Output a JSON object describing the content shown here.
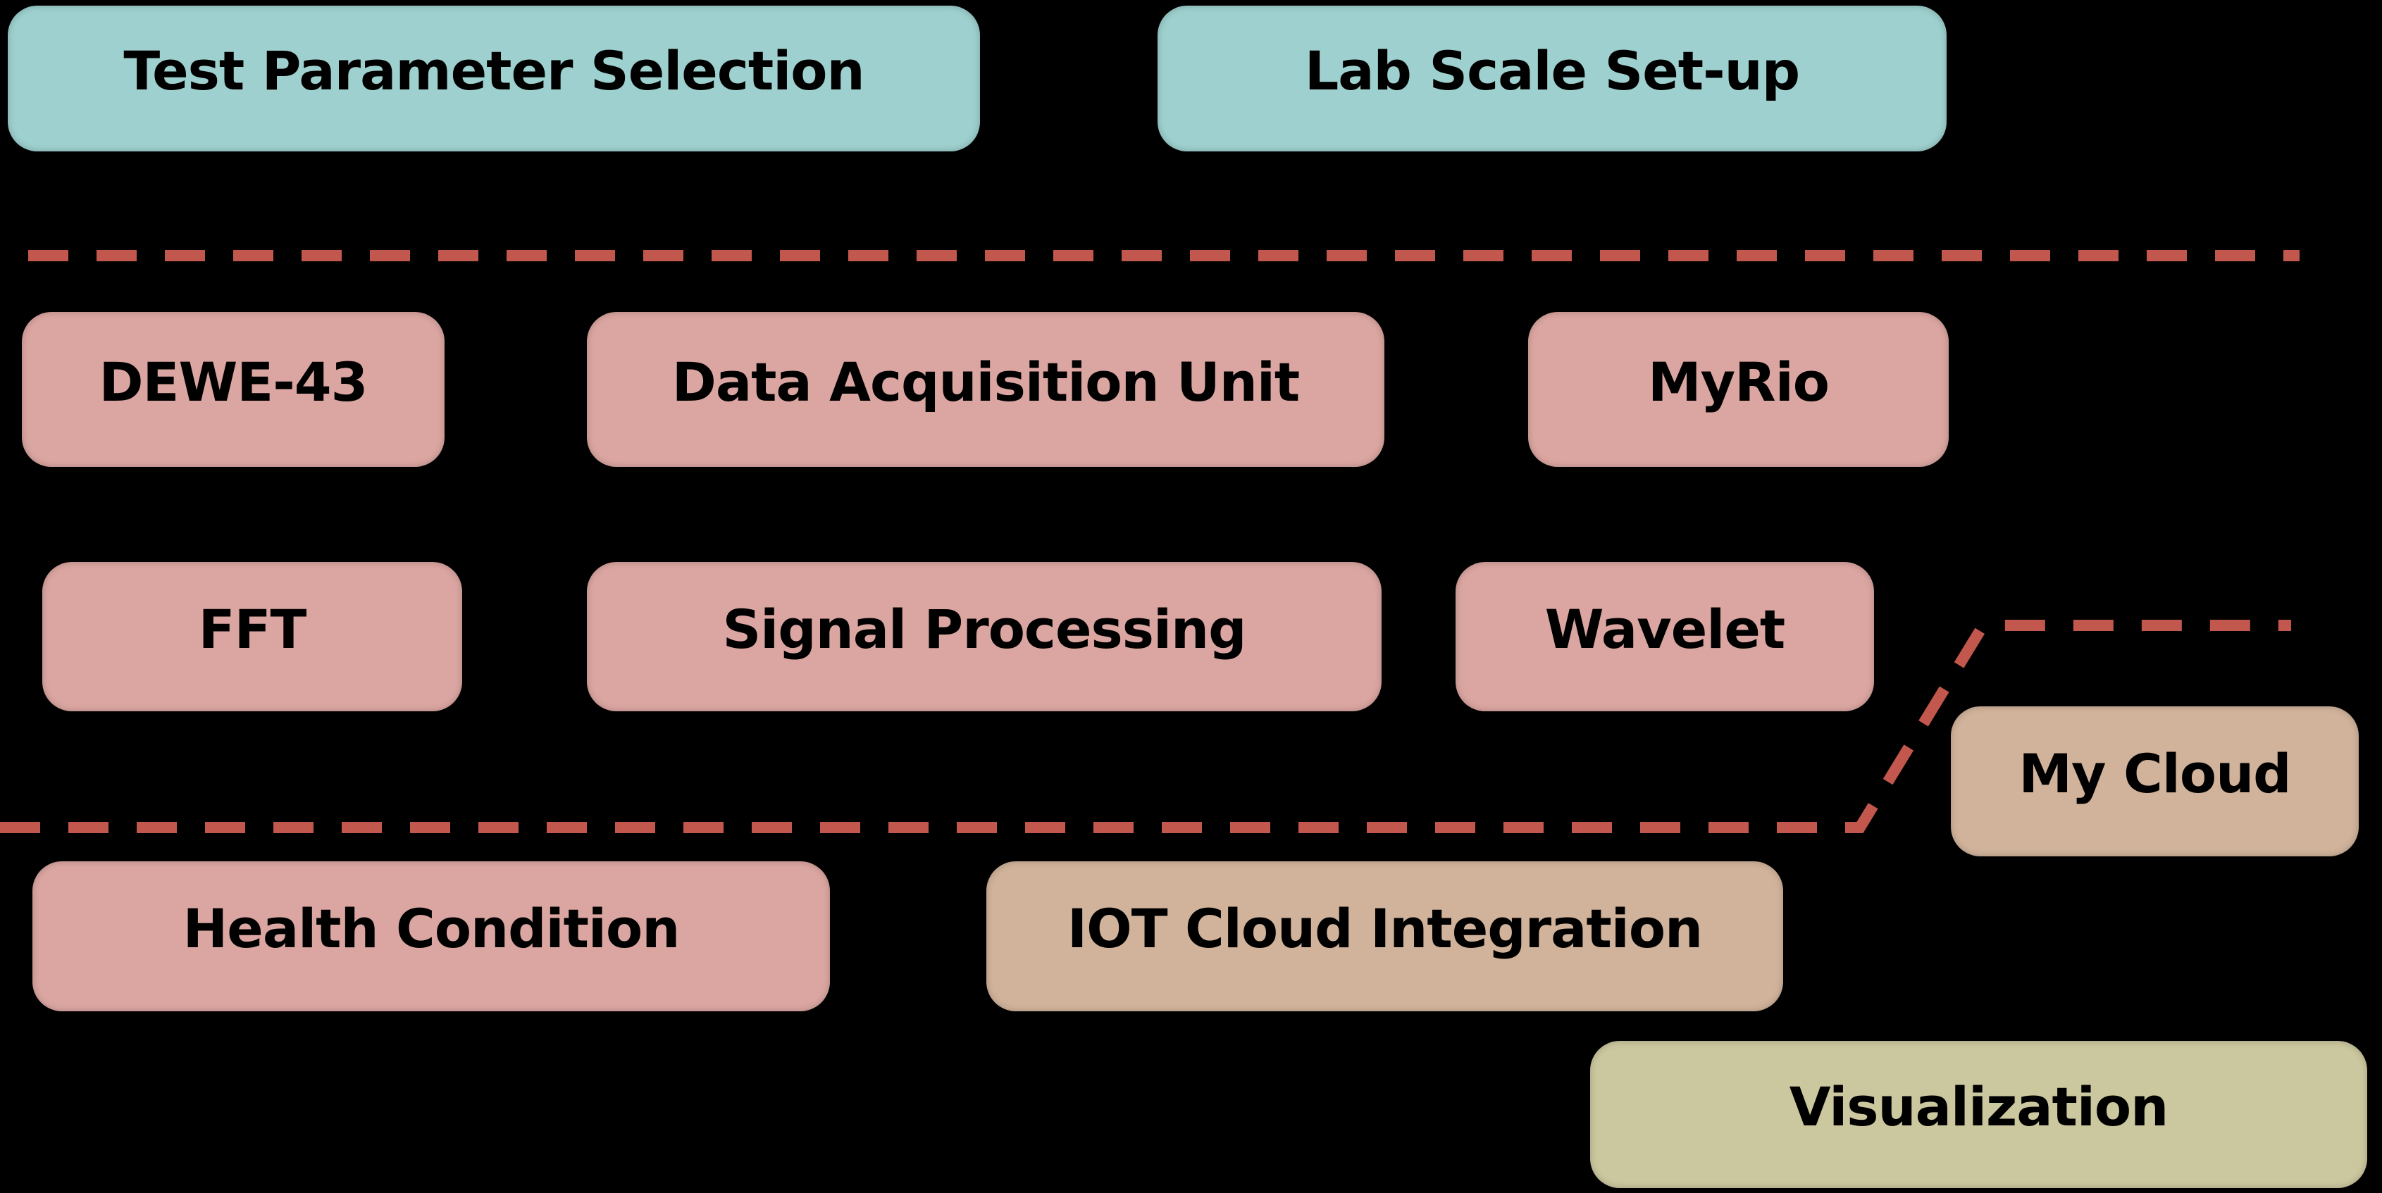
{
  "diagram": {
    "background": "#000000",
    "text_color": "#000000",
    "colors": {
      "teal": "#9dd0ce",
      "pink": "#dba6a1",
      "tan": "#d1b39b",
      "khaki": "#cbc79e",
      "divider": "#c2574d"
    },
    "nodes": [
      {
        "id": "test-parameter-selection",
        "label": "Test Parameter Selection",
        "color": "#9dd0ce"
      },
      {
        "id": "lab-scale-setup",
        "label": "Lab Scale Set-up",
        "color": "#9dd0ce"
      },
      {
        "id": "dewe-43",
        "label": "DEWE-43",
        "color": "#dba6a1"
      },
      {
        "id": "data-acquisition-unit",
        "label": "Data Acquisition Unit",
        "color": "#dba6a1"
      },
      {
        "id": "myrio",
        "label": "MyRio",
        "color": "#dba6a1"
      },
      {
        "id": "fft",
        "label": "FFT",
        "color": "#dba6a1"
      },
      {
        "id": "signal-processing",
        "label": "Signal Processing",
        "color": "#dba6a1"
      },
      {
        "id": "wavelet",
        "label": "Wavelet",
        "color": "#dba6a1"
      },
      {
        "id": "my-cloud",
        "label": "My Cloud",
        "color": "#d1b39b"
      },
      {
        "id": "health-condition",
        "label": "Health Condition",
        "color": "#dba6a1"
      },
      {
        "id": "iot-cloud-integration",
        "label": "IOT Cloud Integration",
        "color": "#d1b39b"
      },
      {
        "id": "visualization",
        "label": "Visualization",
        "color": "#cbc79e"
      }
    ],
    "dividers": [
      {
        "id": "upper-dashed-divider",
        "style": "dashed",
        "color": "#c2574d"
      },
      {
        "id": "lower-dashed-divider",
        "style": "dashed",
        "color": "#c2574d"
      }
    ]
  }
}
